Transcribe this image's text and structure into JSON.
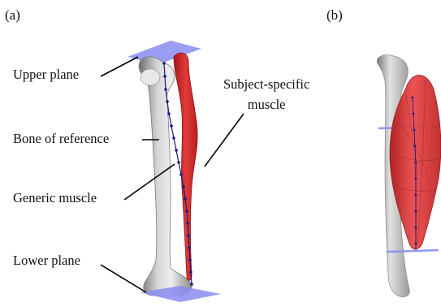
{
  "panels": {
    "a": "(a)",
    "b": "(b)"
  },
  "labels": {
    "upper_plane": "Upper plane",
    "bone_of_reference": "Bone of reference",
    "generic_muscle": "Generic muscle",
    "lower_plane": "Lower plane",
    "subject_specific_line1": "Subject-specific",
    "subject_specific_line2": "muscle"
  },
  "colors": {
    "plane": "#8a8cf0",
    "muscle": "#d42a2a",
    "bone": "#9a9a9a",
    "generic_muscle_line": "#1a1a80",
    "leader": "#000000"
  }
}
